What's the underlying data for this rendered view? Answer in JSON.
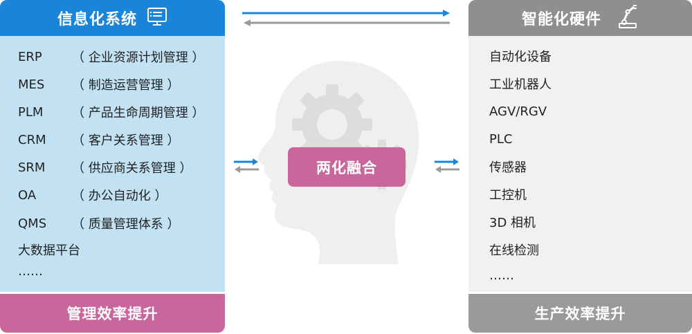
{
  "left_panel": {
    "title": "信息化系统",
    "icon": "monitor-list-icon",
    "systems": [
      {
        "abbr": "ERP",
        "desc": "（ 企业资源计划管理 ）"
      },
      {
        "abbr": "MES",
        "desc": "（ 制造运营管理 ）"
      },
      {
        "abbr": "PLM",
        "desc": "（ 产品生命周期管理 ）"
      },
      {
        "abbr": "CRM",
        "desc": "（ 客户关系管理 ）"
      },
      {
        "abbr": "SRM",
        "desc": "（ 供应商关系管理 ）"
      },
      {
        "abbr": "OA",
        "desc": "（ 办公自动化 ）"
      },
      {
        "abbr": "QMS",
        "desc": "（ 质量管理体系 ）"
      }
    ],
    "extra_items": [
      "大数据平台",
      "……"
    ],
    "footer": "管理效率提升",
    "colors": {
      "header": "#1a84d8",
      "body": "#c2e2f4",
      "footer": "#c9679c"
    }
  },
  "right_panel": {
    "title": "智能化硬件",
    "icon": "robot-arm-icon",
    "items": [
      "自动化设备",
      "工业机器人",
      "AGV/RGV",
      "PLC",
      "传感器",
      "工控机",
      "3D 相机",
      "在线检测",
      "……"
    ],
    "footer": "生产效率提升",
    "colors": {
      "header": "#8f8f8f",
      "body": "#f1f1f1",
      "footer": "#9a9a9a"
    }
  },
  "center": {
    "label": "两化融合",
    "icon": "head-gears-icon",
    "colors": {
      "label": "#c9679c",
      "head": "#efefef",
      "gear": "#dddddd",
      "arrow_blue": "#1a84d8",
      "arrow_gray": "#9a9a9a"
    }
  }
}
